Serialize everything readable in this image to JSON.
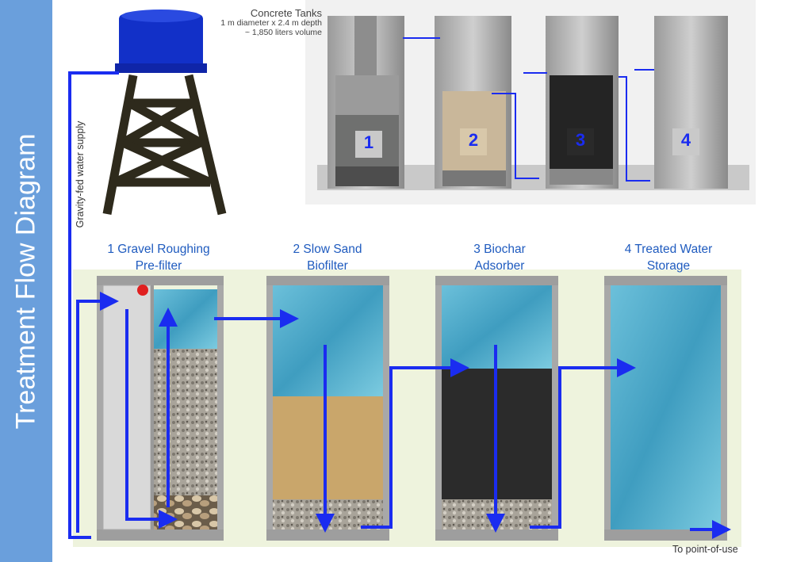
{
  "title": "Treatment Flow Diagram",
  "supply_label": "Gravity-fed water supply",
  "tank_note": {
    "title": "Concrete Tanks",
    "line1": "1 m diameter x 2.4 m depth",
    "line2": "~ 1,850 liters volume"
  },
  "render_numbers": [
    "1",
    "2",
    "3",
    "4"
  ],
  "stages": [
    {
      "line1": "1 Gravel Roughing",
      "line2": "Pre-filter"
    },
    {
      "line1": "2 Slow Sand",
      "line2": "Biofilter"
    },
    {
      "line1": "3 Biochar",
      "line2": "Adsorber"
    },
    {
      "line1": "4 Treated Water",
      "line2": "Storage"
    }
  ],
  "outlet_label": "To point-of-use",
  "colors": {
    "sidebar": "#6a9fdc",
    "flow": "#1a2cf0",
    "water": "#4fa9c9",
    "sand": "#c9a66b",
    "biochar": "#2b2b2b",
    "tower": "#2e2a1c"
  }
}
